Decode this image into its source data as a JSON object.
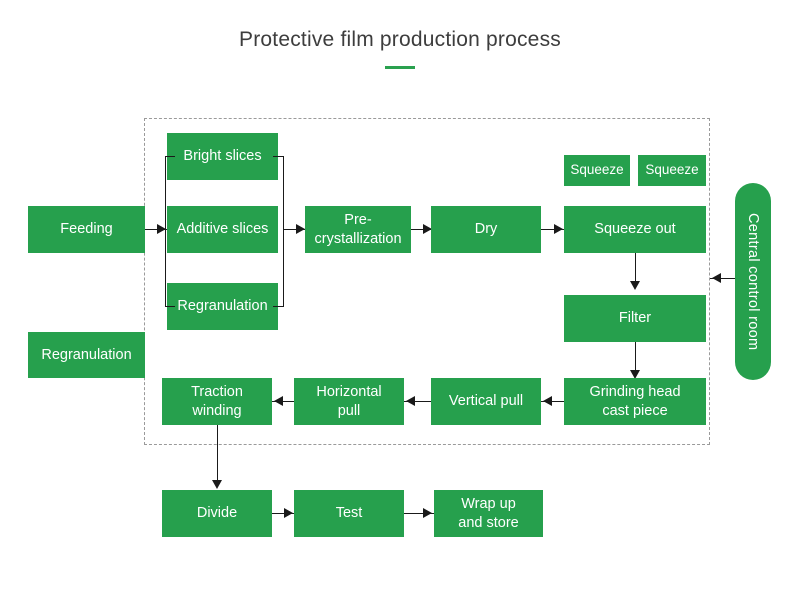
{
  "page": {
    "title": "Protective film production process",
    "accent_color": "#2aa14f",
    "node_color": "#26a04d",
    "node_text_color": "#ffffff",
    "connector_color": "#1a1a1a",
    "boundary_style": "dashed",
    "boundary_color": "#9a9a9a",
    "background": "#ffffff"
  },
  "diagram": {
    "type": "flowchart",
    "nodes": {
      "feeding": "Feeding",
      "regranulation_outside": "Regranulation",
      "bright_slices": "Bright slices",
      "additive_slices": "Additive slices",
      "regranulation_inside": "Regranulation",
      "pre_crystallization": "Pre-\ncrystallization",
      "dry": "Dry",
      "squeeze_left": "Squeeze",
      "squeeze_right": "Squeeze",
      "squeeze_out": "Squeeze out",
      "filter": "Filter",
      "grinding_head_cast_piece": "Grinding head\ncast piece",
      "vertical_pull": "Vertical pull",
      "horizontal_pull": "Horizontal\npull",
      "traction_winding": "Traction\nwinding",
      "divide": "Divide",
      "test": "Test",
      "wrap_up_and_store": "Wrap up\nand store",
      "central_control_room": "Central control room"
    },
    "flow": [
      "Feeding -> [Bright slices / Additive slices / Regranulation]",
      "[slices group] -> Pre-crystallization",
      "Pre-crystallization -> Dry",
      "Dry -> Squeeze out",
      "Squeeze out -> Filter",
      "Filter -> Grinding head cast piece",
      "Grinding head cast piece -> Vertical pull",
      "Vertical pull -> Horizontal pull",
      "Horizontal pull -> Traction winding",
      "Traction winding -> Divide",
      "Divide -> Test",
      "Test -> Wrap up and store",
      "Central control room -> production group"
    ]
  }
}
